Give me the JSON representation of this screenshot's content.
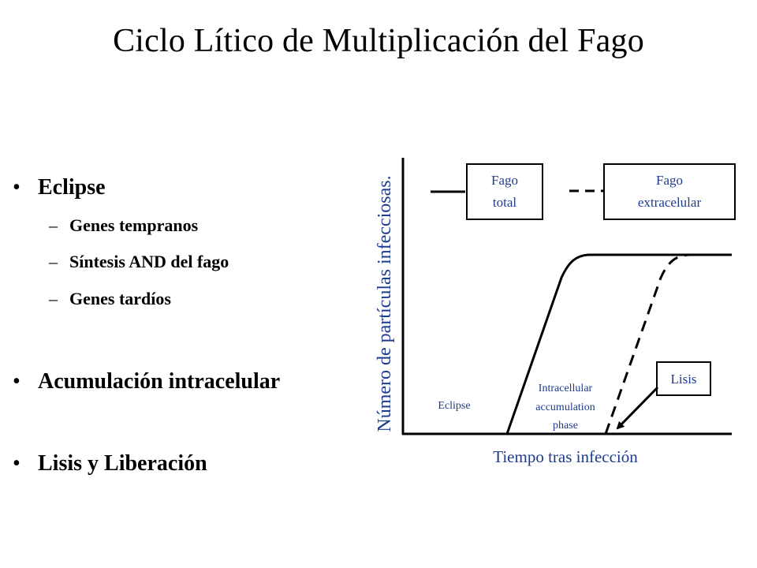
{
  "title": "Ciclo Lítico de Multiplicación del Fago",
  "bullets": [
    {
      "text": "Eclipse",
      "sub": [
        "Genes tempranos",
        "Síntesis AND del fago",
        "Genes tardíos"
      ]
    },
    {
      "text": "Acumulación intracelular",
      "sub": []
    },
    {
      "text": "Lisis y Liberación",
      "sub": []
    }
  ],
  "bullet_symbol": "•",
  "dash_symbol": "–",
  "diagram": {
    "y_label": "Número de partículas infecciosas.",
    "x_label": "Tiempo tras infección",
    "legend_total": [
      "Fago",
      "total"
    ],
    "legend_extracellular": [
      "Fago",
      "extracelular"
    ],
    "eclipse_label": "Eclipse",
    "intracellular_label": [
      "Intracellular",
      "accumulation",
      "phase"
    ],
    "lisis_label": "Lisis",
    "text_color": "#1f3b8c"
  }
}
